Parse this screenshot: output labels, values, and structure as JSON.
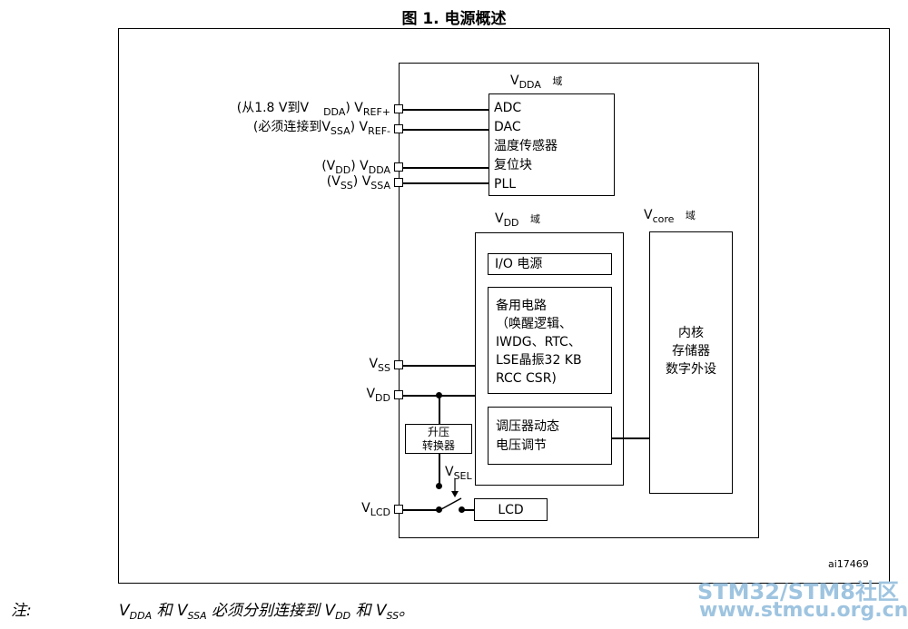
{
  "title": "图 1. 电源概述",
  "vdda_domain": {
    "v": "V",
    "sub": "DDA",
    "suffix": "域",
    "items": [
      "ADC",
      "DAC",
      "温度传感器",
      "复位块",
      "PLL"
    ]
  },
  "vdd_domain": {
    "v": "V",
    "sub": "DD",
    "suffix": "域",
    "io": "I/O 电源",
    "backup": [
      "备用电路",
      "（唤醒逻辑、",
      "IWDG、RTC、",
      "LSE晶振32 KB",
      "RCC CSR)"
    ],
    "regulator": [
      "调压器动态",
      "电压调节"
    ]
  },
  "vcore_domain": {
    "v": "V",
    "sub": "core",
    "suffix": "域",
    "items": [
      "内核",
      "存储器",
      "数字外设"
    ]
  },
  "boost": [
    "升压",
    "转换器"
  ],
  "vsel": {
    "v": "V",
    "sub": "SEL"
  },
  "lcd": "LCD",
  "pins": {
    "vref_plus": {
      "note_pre": "(从1.8 V到V",
      "note_sub": "DDA",
      "note_post": ")",
      "v": "V",
      "sub": "REF+"
    },
    "vref_minus": {
      "note_pre": "(必须连接到V",
      "note_sub": "SSA",
      "note_post": ")",
      "v": "V",
      "sub": "REF-"
    },
    "vdda": {
      "pre": "(V",
      "pre_sub": "DD",
      "mid": ") V",
      "sub": "DDA"
    },
    "vssa": {
      "pre": "(V",
      "pre_sub": "SS",
      "mid": ") V",
      "sub": "SSA"
    },
    "vss": {
      "v": "V",
      "sub": "SS"
    },
    "vdd": {
      "v": "V",
      "sub": "DD"
    },
    "vlcd": {
      "v": "V",
      "sub": "LCD"
    }
  },
  "figure_id": "ai17469",
  "note": {
    "label": "注:",
    "parts": [
      "V",
      "DDA",
      " 和 V",
      "SSA",
      " 必须分别连接到 V",
      "DD",
      " 和 V",
      "SS",
      "。"
    ]
  },
  "watermark": {
    "line1": "STM32/STM8社区",
    "line2": "www.stmcu.org.cn"
  }
}
